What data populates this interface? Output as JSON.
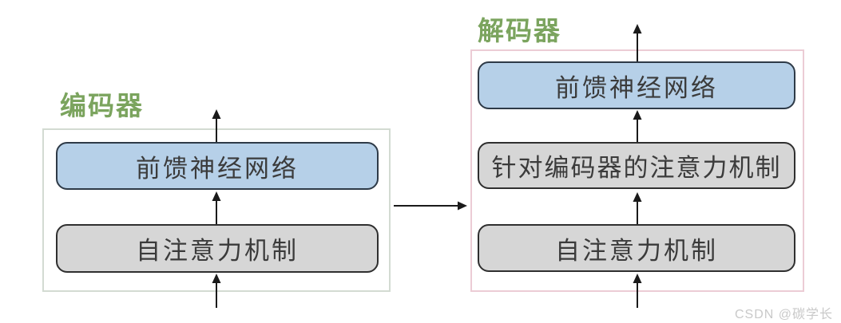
{
  "diagram": {
    "title_implicit": "Transformer encoder-decoder structure",
    "encoder": {
      "label": "编码器",
      "boxes": [
        {
          "label": "前馈神经网络",
          "type": "blue"
        },
        {
          "label": "自注意力机制",
          "type": "gray"
        }
      ]
    },
    "decoder": {
      "label": "解码器",
      "boxes": [
        {
          "label": "前馈神经网络",
          "type": "blue"
        },
        {
          "label": "针对编码器的注意力机制",
          "type": "gray"
        },
        {
          "label": "自注意力机制",
          "type": "gray"
        }
      ]
    },
    "connections": [
      "encoder-input-up",
      "encoder-self-attention-to-ffn",
      "encoder-output-up",
      "encoder-to-decoder-horizontal",
      "decoder-input-up",
      "decoder-self-attention-to-cross-attention",
      "decoder-cross-attention-to-ffn",
      "decoder-output-up"
    ]
  },
  "colors": {
    "label_green": "#7ba45e",
    "encoder_border": "#d3dbd2",
    "decoder_border": "#ecccd5",
    "blue_fill": "#b6d0e8",
    "gray_fill": "#d6d6d6",
    "node_border": "#2e3a47",
    "node_text": "#3b3b3b",
    "arrow": "#1a1a1a",
    "watermark_gray": "#c9c9c9"
  },
  "watermark": "CSDN @碳学长"
}
